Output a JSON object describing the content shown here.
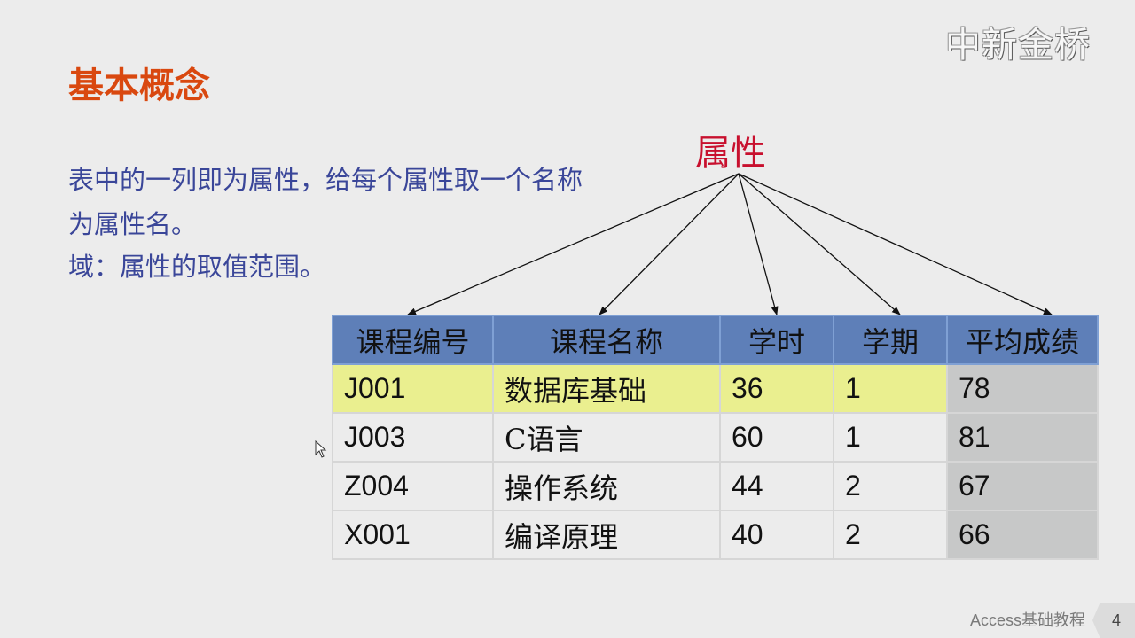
{
  "logo_text": "中新金桥",
  "title": "基本概念",
  "paragraphs": {
    "p1": "表中的一列即为属性，给每个属性取一个名称为属性名。",
    "p2": "域：属性的取值范围。"
  },
  "attr_label": "属性",
  "table": {
    "headers": [
      "课程编号",
      "课程名称",
      "学时",
      "学期",
      "平均成绩"
    ],
    "rows": [
      [
        "J001",
        "数据库基础",
        "36",
        "1",
        "78"
      ],
      [
        "J003",
        "C语言",
        "60",
        "1",
        "81"
      ],
      [
        "Z004",
        "操作系统",
        "44",
        "2",
        "67"
      ],
      [
        "X001",
        "编译原理",
        "40",
        "2",
        "66"
      ]
    ]
  },
  "footer": "Access基础教程",
  "page_number": "4",
  "colors": {
    "title": "#d9480f",
    "body_text": "#3a4699",
    "attr_label": "#c8102e",
    "header_bg": "#5e7fb8",
    "highlight_row": "#eaef8f",
    "last_column": "#c7c8c8"
  }
}
